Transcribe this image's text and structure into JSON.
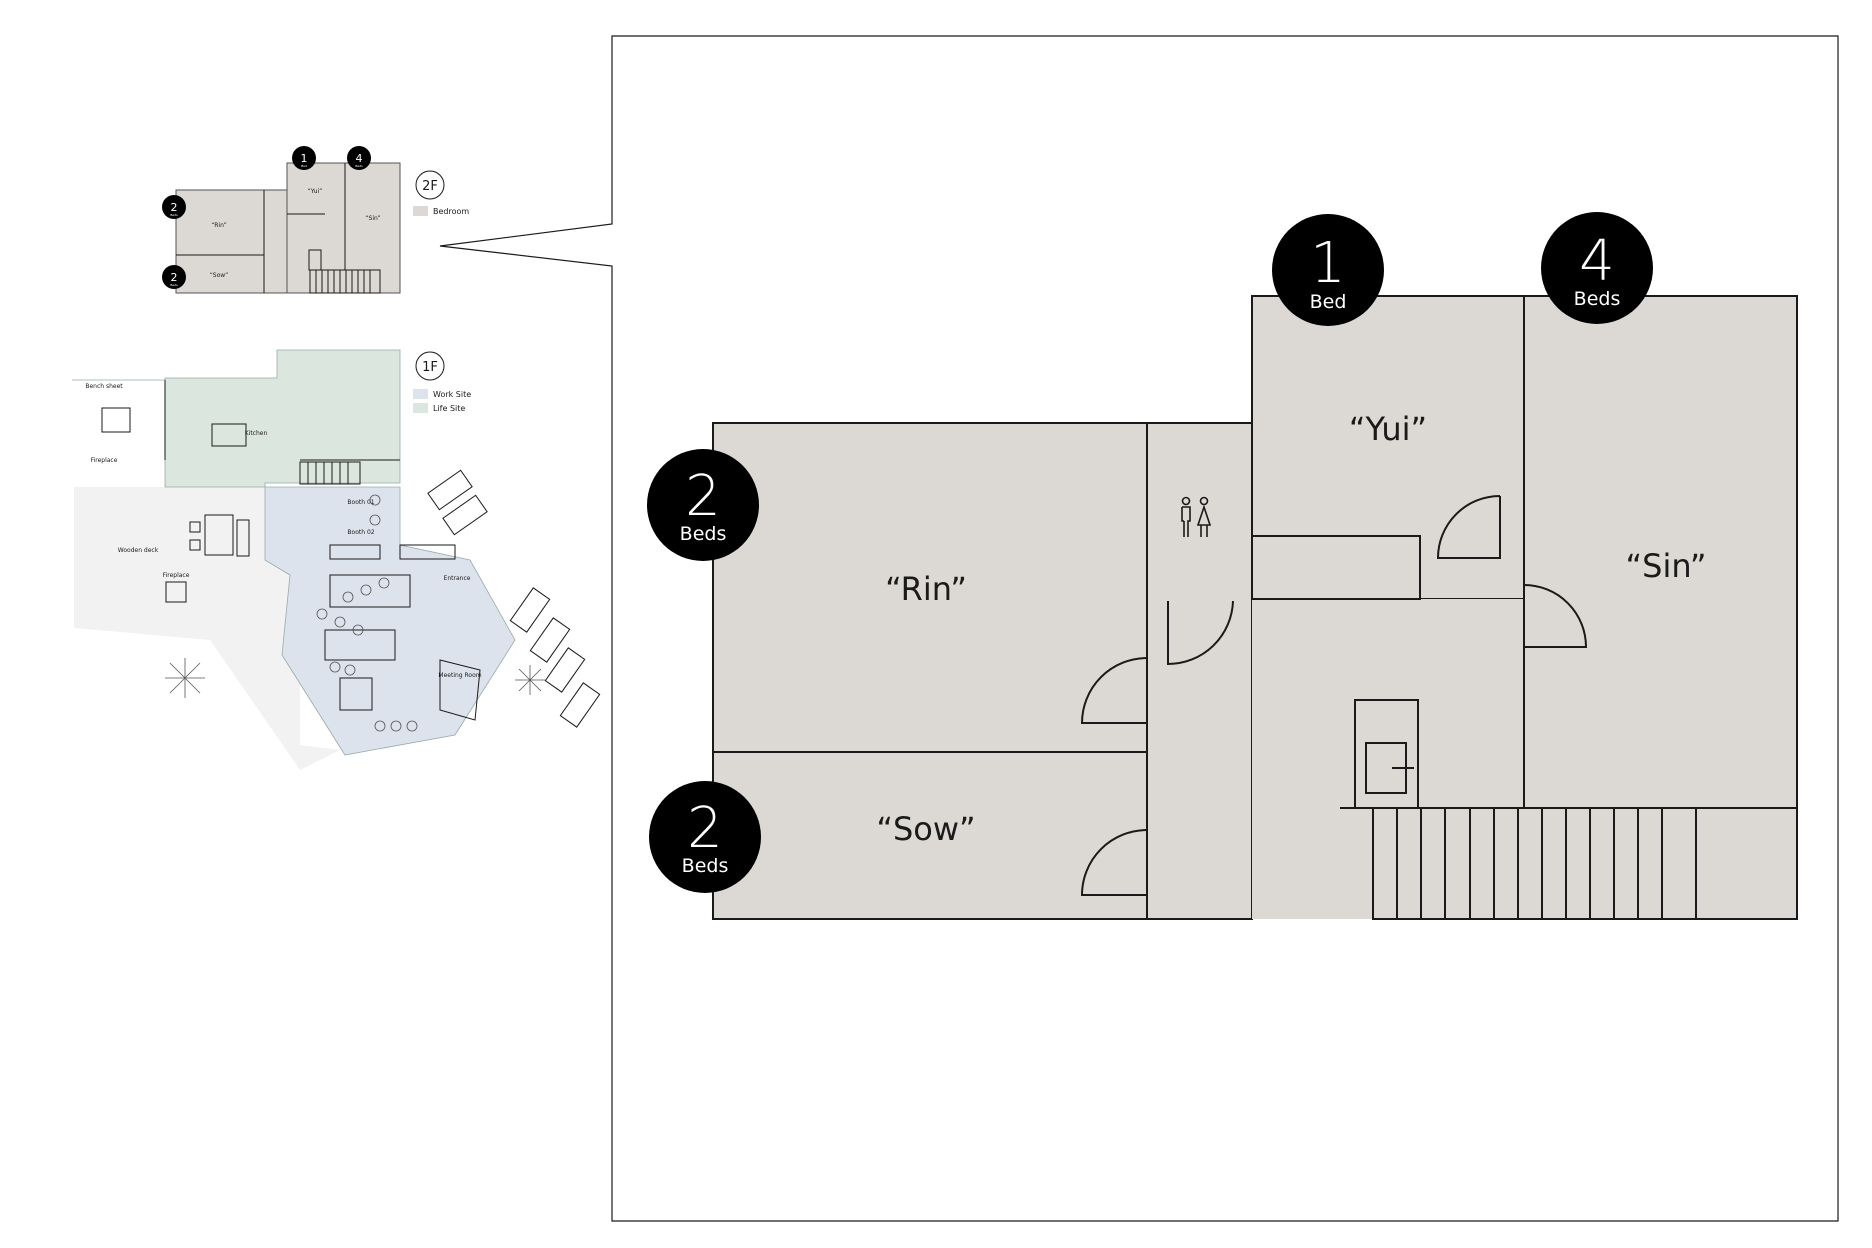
{
  "colors": {
    "bedroom": "#dcd8d3",
    "work_site": "#dde3ec",
    "life_site": "#dbe6de",
    "outdoor": "#f2f2f2",
    "line": "#1a1a1a",
    "badge": "#000000"
  },
  "detail_plan": {
    "rooms": {
      "rin": "“Rin”",
      "sow": "“Sow”",
      "yui": "“Yui”",
      "sin": "“Sin”"
    },
    "badges": {
      "yui": {
        "count": "1",
        "unit": "Bed"
      },
      "sin": {
        "count": "4",
        "unit": "Beds"
      },
      "rin": {
        "count": "2",
        "unit": "Beds"
      },
      "sow": {
        "count": "2",
        "unit": "Beds"
      }
    },
    "toilet_icon": "restroom-icon"
  },
  "overview": {
    "second_floor": {
      "tag": "2F",
      "legend": [
        {
          "label": "Bedroom",
          "color": "#dcd8d3"
        }
      ],
      "rooms": {
        "rin": "“Rin”",
        "sow": "“Sow”",
        "yui": "“Yui”",
        "sin": "“Sin”"
      },
      "badges": {
        "yui": {
          "count": "1",
          "unit": "Bed"
        },
        "sin": {
          "count": "4",
          "unit": "Beds"
        },
        "rin": {
          "count": "2",
          "unit": "Beds"
        },
        "sow": {
          "count": "2",
          "unit": "Beds"
        }
      }
    },
    "first_floor": {
      "tag": "1F",
      "legend": [
        {
          "label": "Work Site",
          "color": "#dde3ec"
        },
        {
          "label": "Life Site",
          "color": "#dbe6de"
        }
      ],
      "labels": {
        "bench_sheet": "Bench sheet",
        "kitchen": "Kitchen",
        "fireplace_inner": "Fireplace",
        "wooden_deck": "Wooden deck",
        "fireplace_outer": "Fireplace",
        "booth_01": "Booth 01",
        "booth_02": "Booth 02",
        "entrance": "Entrance",
        "meeting_room": "Meeting Room"
      }
    }
  }
}
